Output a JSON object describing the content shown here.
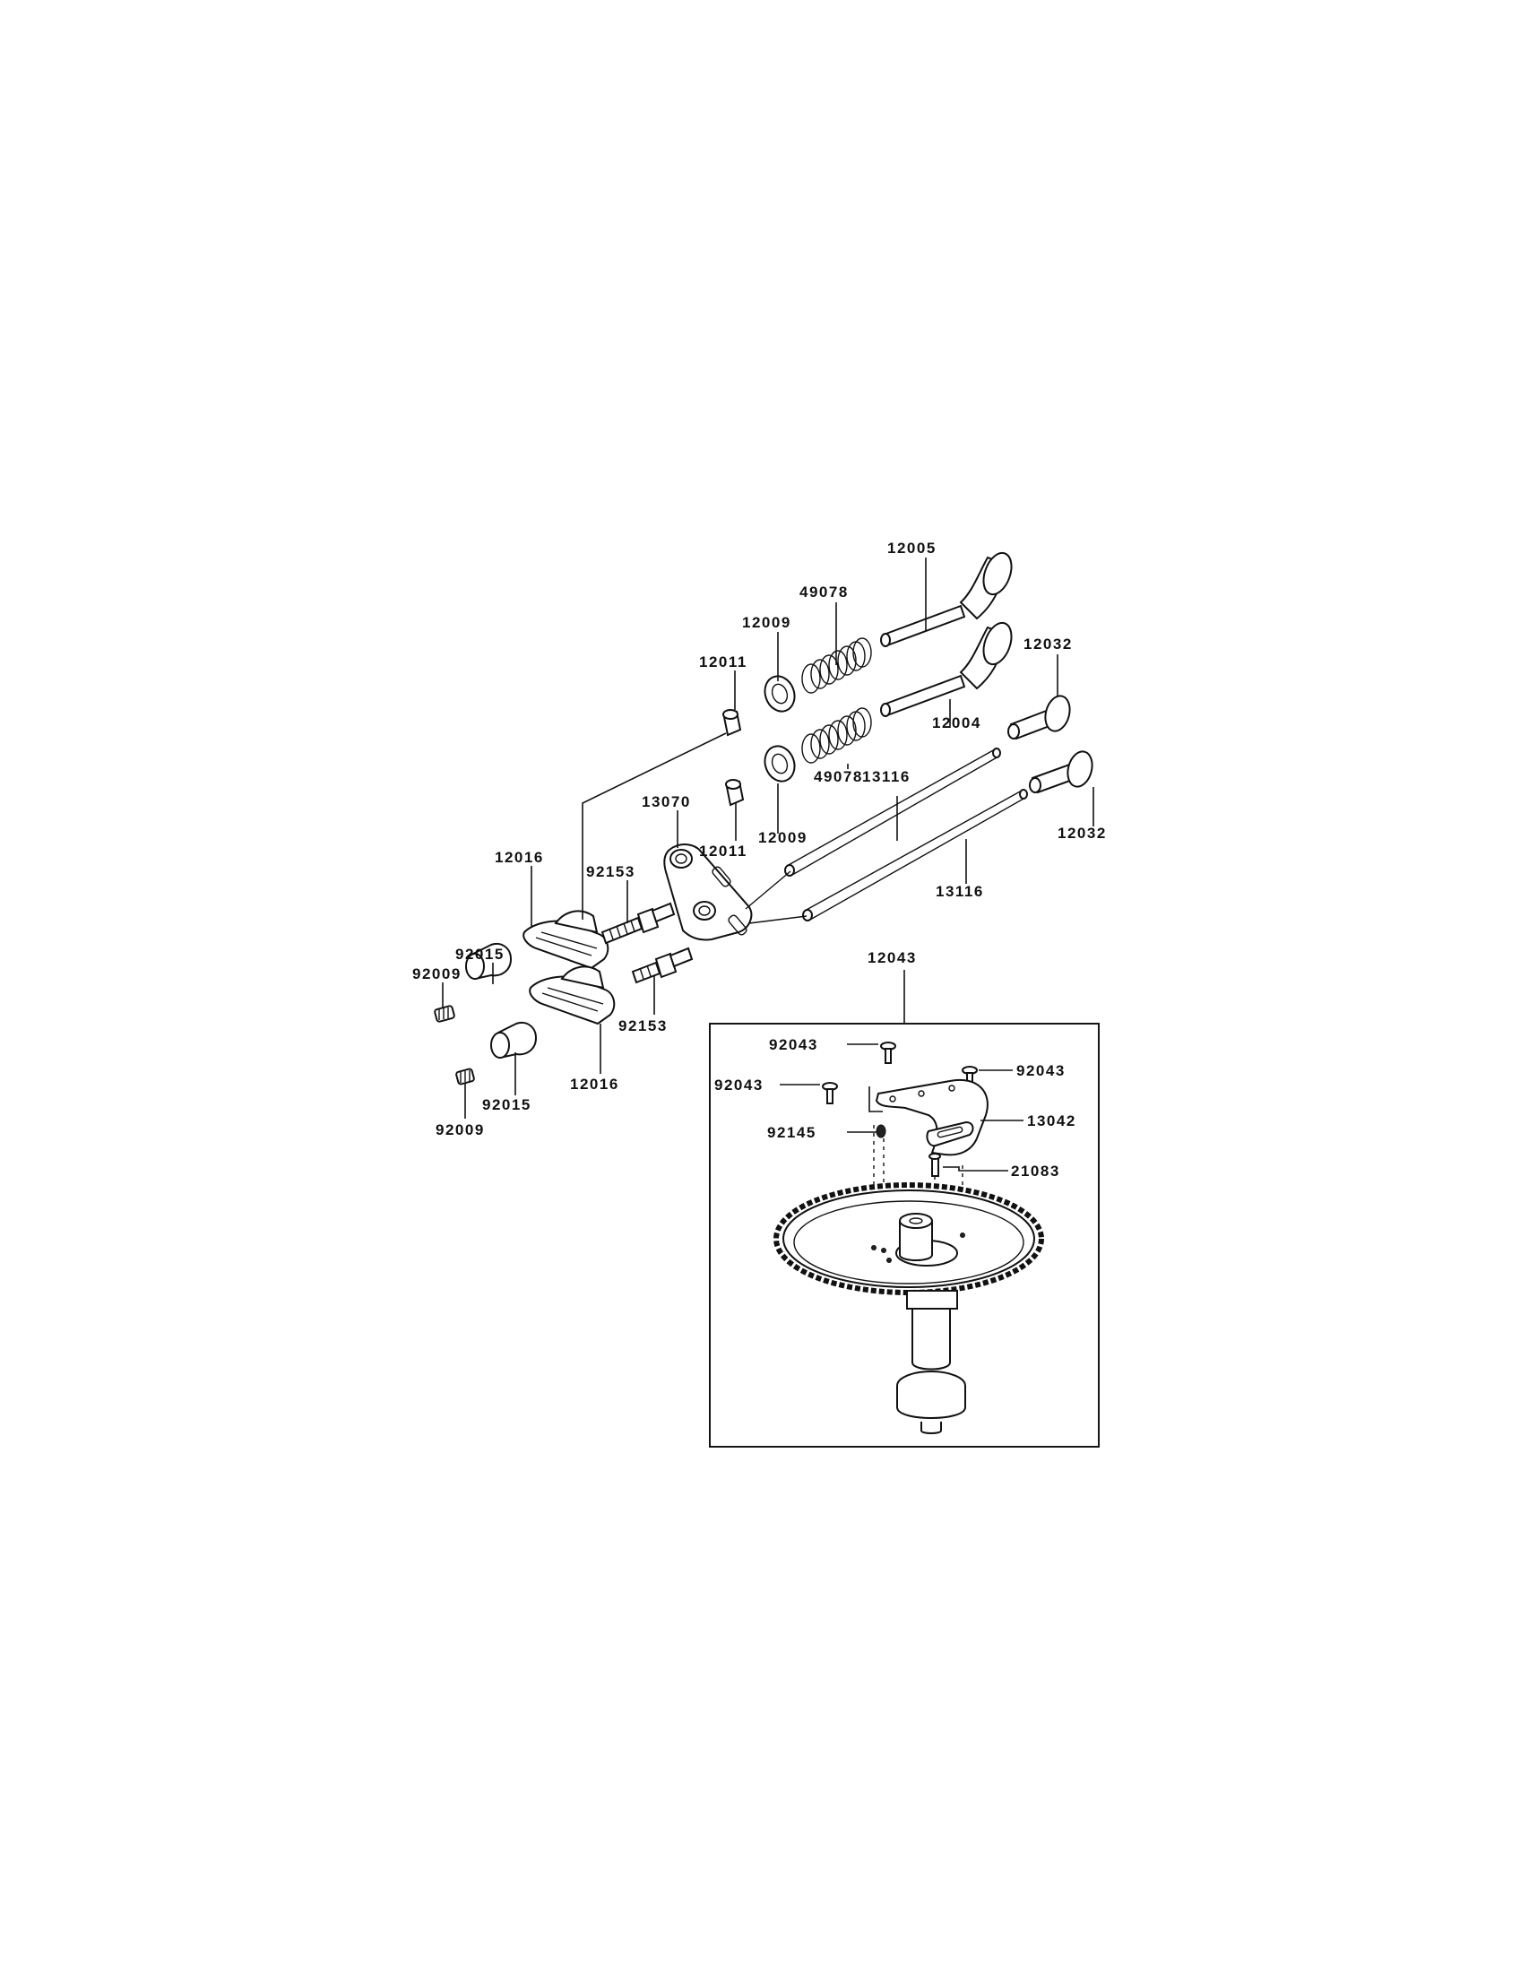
{
  "callouts": {
    "c12005": "12005",
    "c49078a": "49078",
    "c12009a": "12009",
    "c12011a": "12011",
    "c12032a": "12032",
    "c12004": "12004",
    "c13116a": "13116",
    "c49078b": "49078",
    "c13070": "13070",
    "c12011b": "12011",
    "c12009b": "12009",
    "c12032b": "12032",
    "c12016a": "12016",
    "c92153a": "92153",
    "c13116b": "13116",
    "c92015a": "92015",
    "c92009a": "92009",
    "c12043": "12043",
    "c92153b": "92153",
    "c92043a": "92043",
    "c92043b": "92043",
    "c92043c": "92043",
    "c13042": "13042",
    "c92145": "92145",
    "c21083": "21083",
    "c12016b": "12016",
    "c92015b": "92015",
    "c92009b": "92009"
  }
}
